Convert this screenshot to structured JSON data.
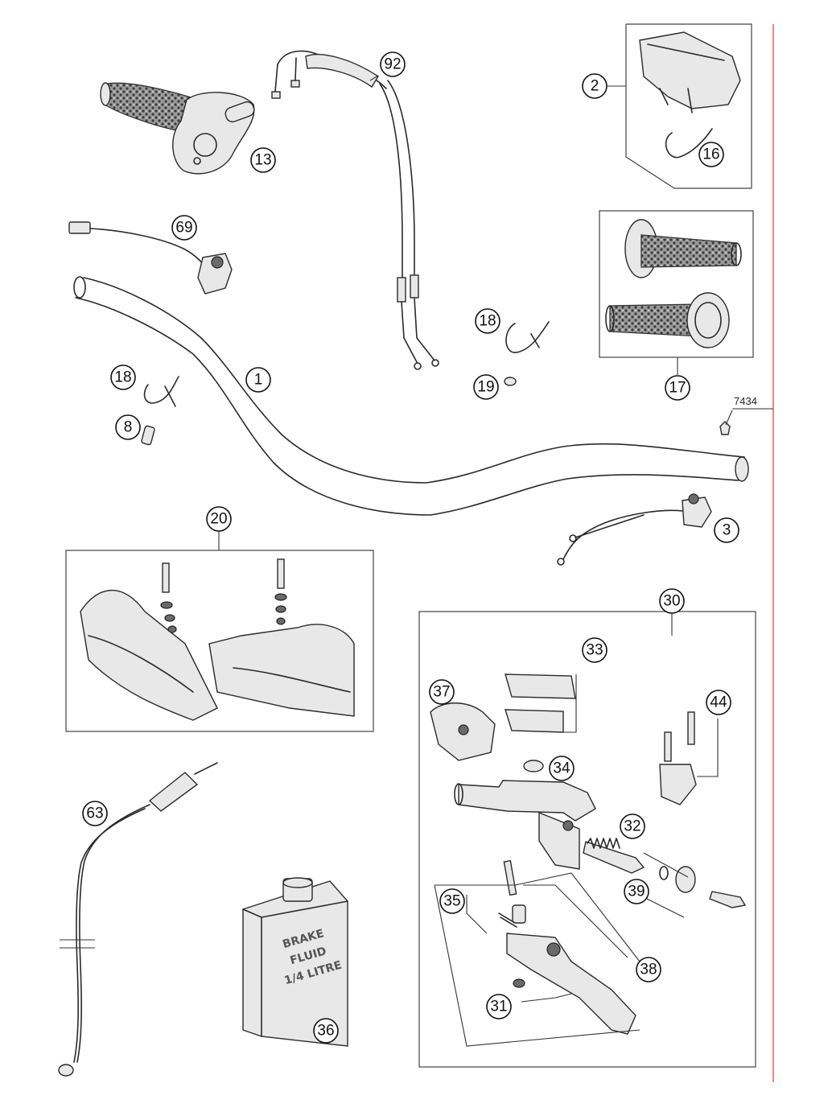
{
  "callouts": {
    "c1": "1",
    "c2": "2",
    "c3": "3",
    "c8": "8",
    "c13": "13",
    "c16": "16",
    "c17": "17",
    "c18a": "18",
    "c18b": "18",
    "c19": "19",
    "c20": "20",
    "c30": "30",
    "c31": "31",
    "c32": "32",
    "c33": "33",
    "c34": "34",
    "c35": "35",
    "c36": "36",
    "c37": "37",
    "c38": "38",
    "c39": "39",
    "c44": "44",
    "c63": "63",
    "c69": "69",
    "c92": "92"
  },
  "reference_code": "7434",
  "brake_fluid_label": [
    "BRAKE",
    "FLUID",
    "1/4 LITRE"
  ],
  "colors": {
    "accent_rule": "#e06060",
    "line": "#2a2a2a"
  }
}
